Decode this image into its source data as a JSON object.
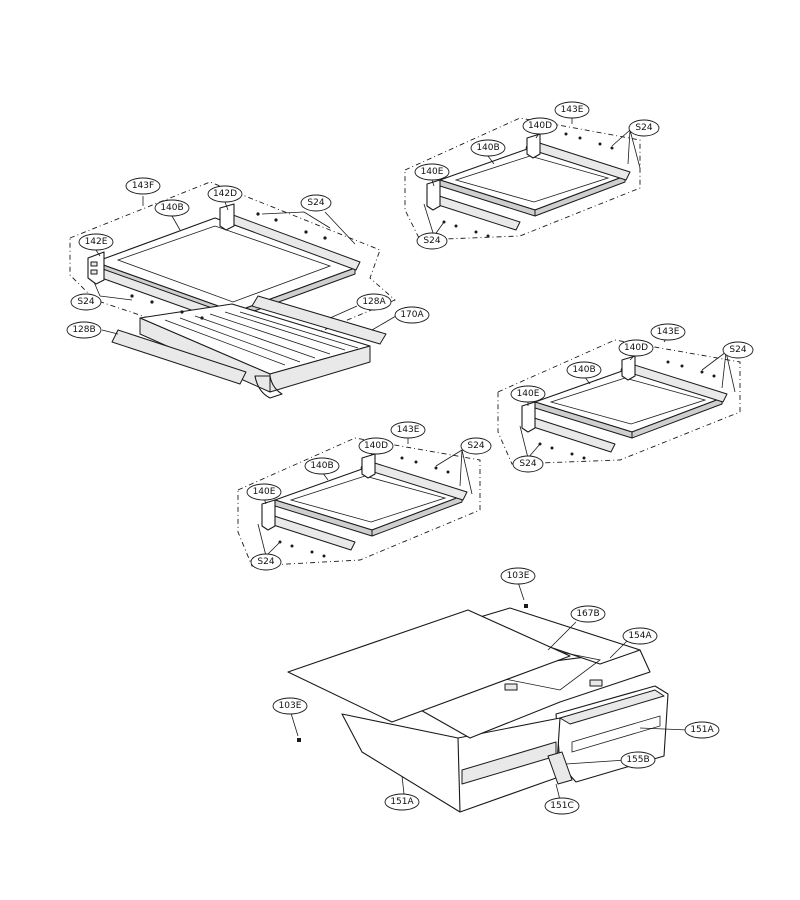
{
  "callouts": {
    "c143F": "143F",
    "c140B_a": "140B",
    "c142D": "142D",
    "c142E": "142E",
    "c128A": "128A",
    "c170A": "170A",
    "c128B": "128B",
    "cS24_left_top": "S24",
    "cS24_left_bot": "S24",
    "c143E_tr": "143E",
    "c140D_tr": "140D",
    "c140B_tr": "140B",
    "c140E_tr": "140E",
    "cS24_tr_top": "S24",
    "cS24_tr_bot": "S24",
    "c143E_mr": "143E",
    "c140D_mr": "140D",
    "c140B_mr": "140B",
    "c140E_mr": "140E",
    "cS24_mr_top": "S24",
    "cS24_mr_bot": "S24",
    "c143E_mc": "143E",
    "c140D_mc": "140D",
    "c140B_mc": "140B",
    "c140E_mc": "140E",
    "cS24_mc_top": "S24",
    "cS24_mc_bot": "S24",
    "c103E_top": "103E",
    "c167B": "167B",
    "c154A": "154A",
    "c103E_left": "103E",
    "c151A_right": "151A",
    "c155B": "155B",
    "c151A_left": "151A",
    "c151C": "151C"
  }
}
